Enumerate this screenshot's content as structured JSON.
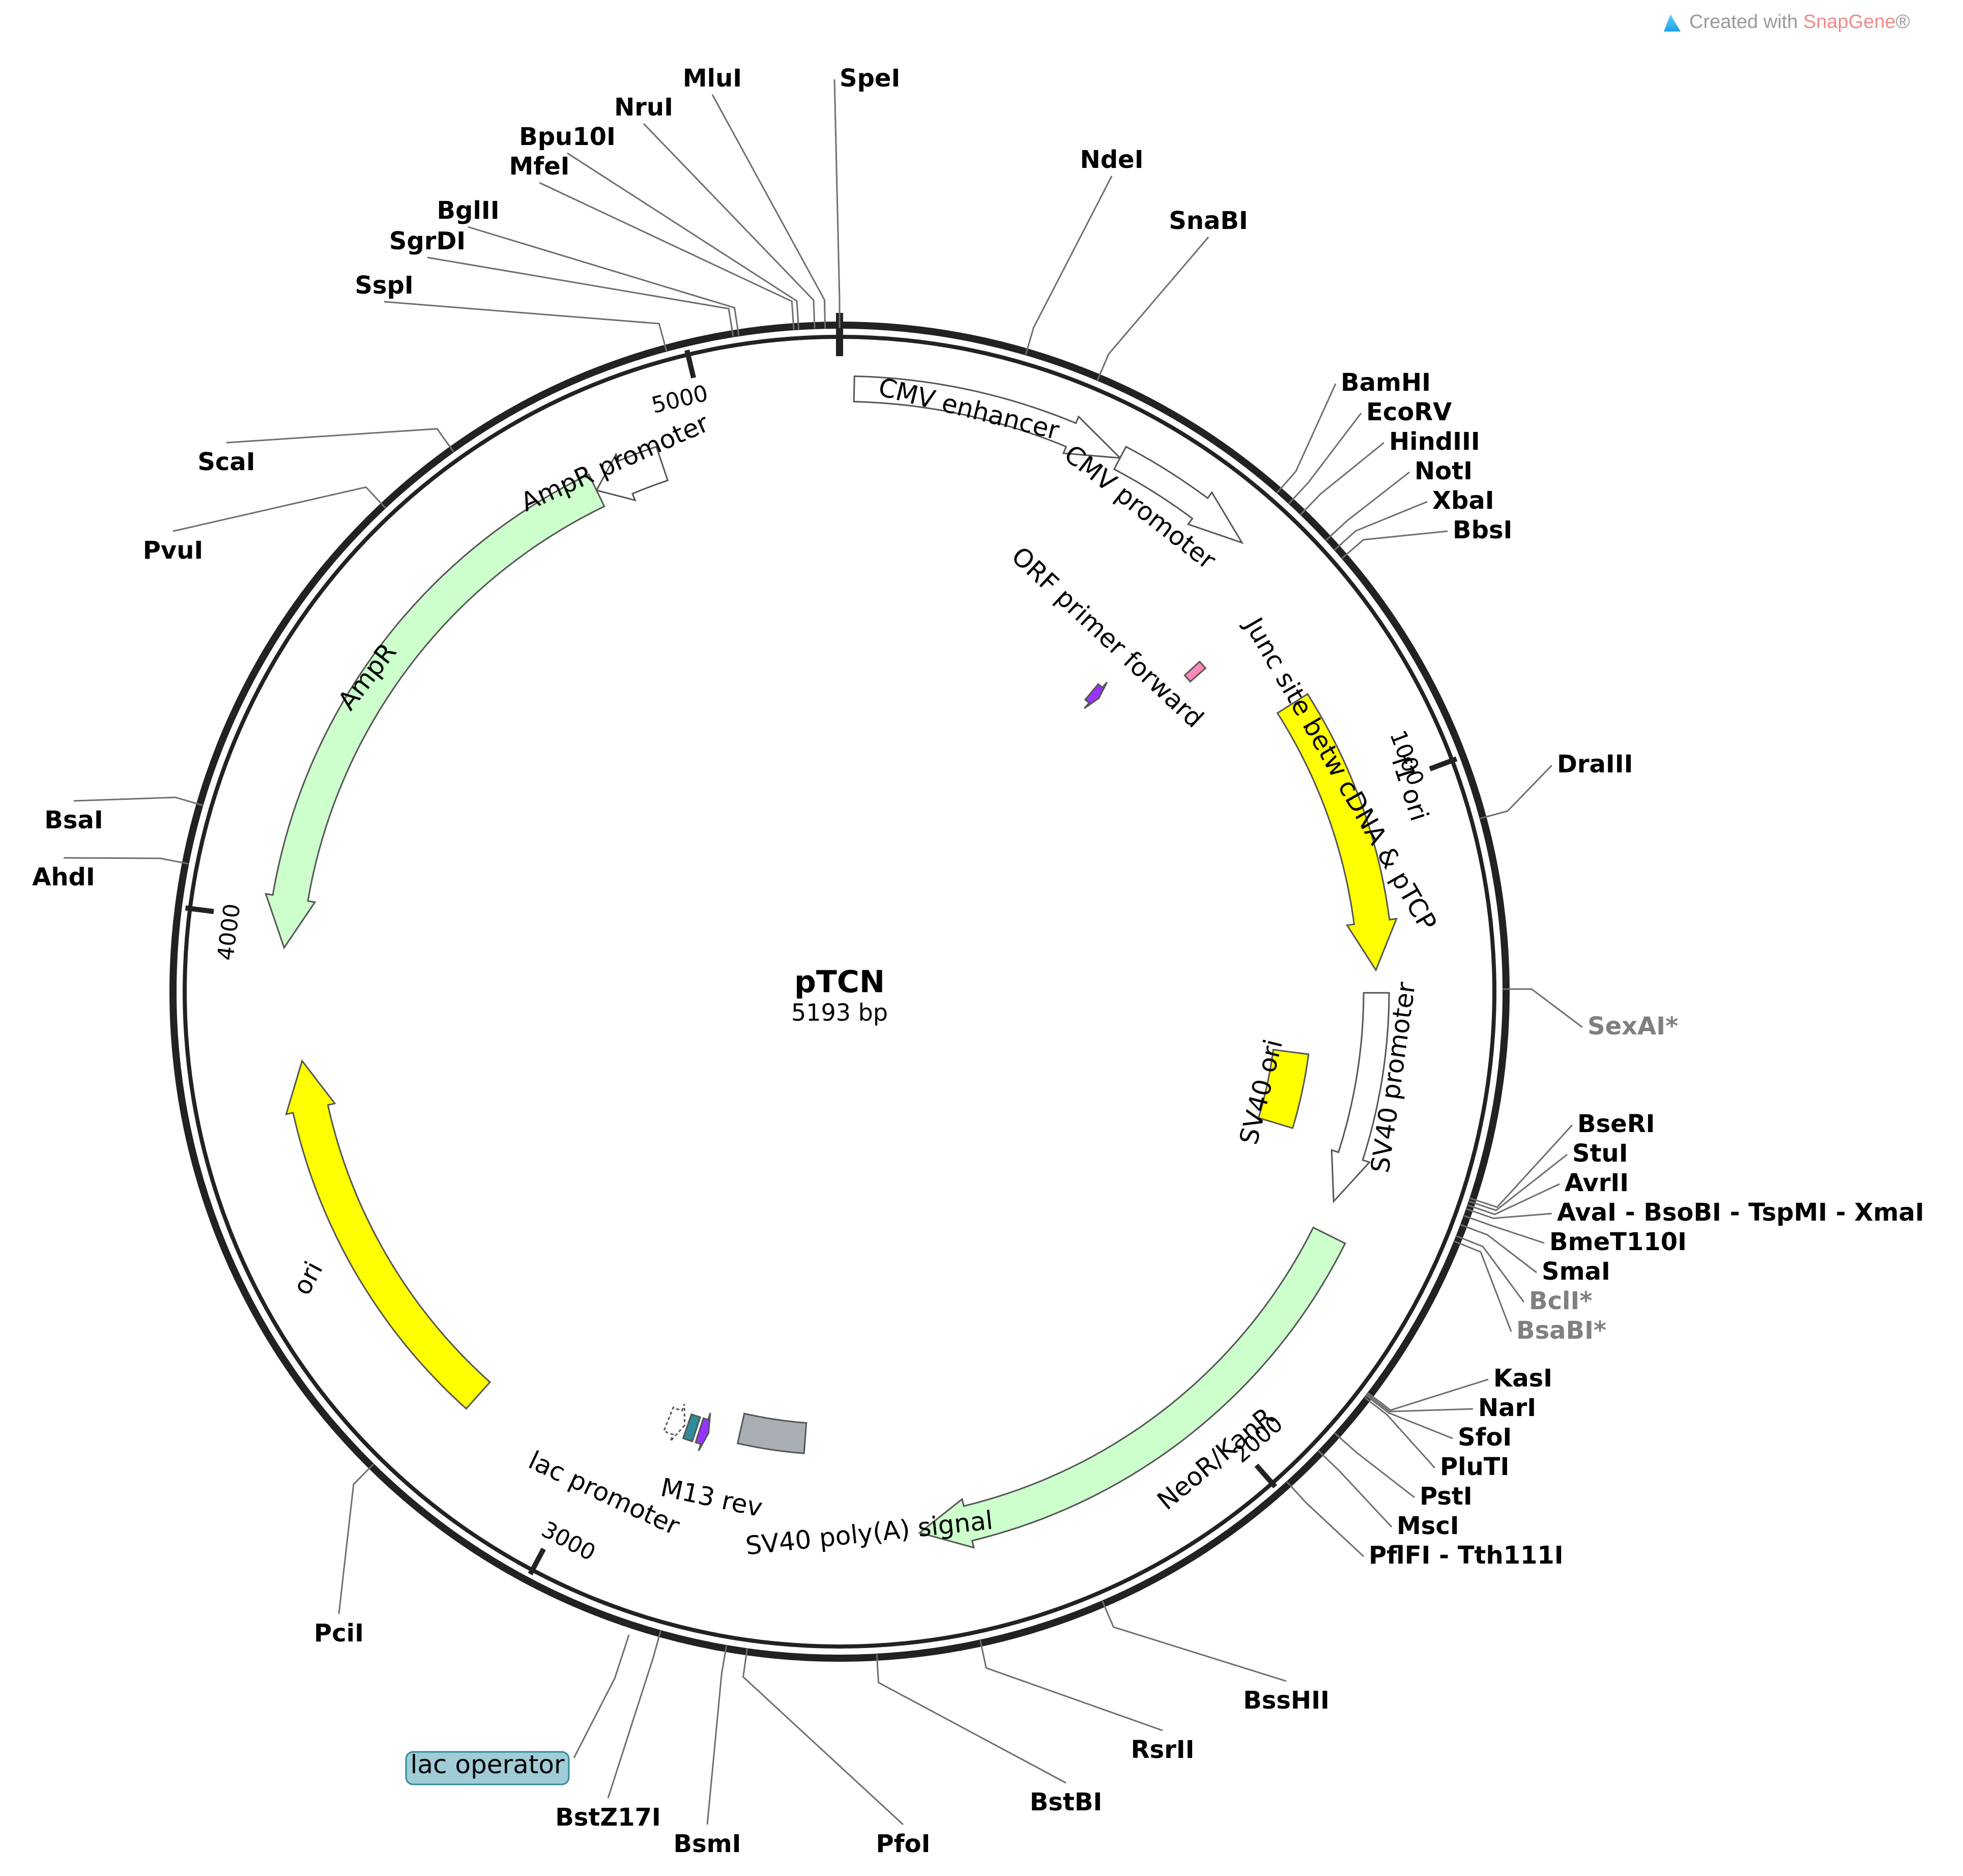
{
  "credit": {
    "prefix": "Created with ",
    "brand": "SnapGene",
    "suffix": "®"
  },
  "plasmid": {
    "name": "pTCN",
    "length_label": "5193 bp",
    "length": 5193
  },
  "ticks": [
    {
      "bp": 1000,
      "label": "1000"
    },
    {
      "bp": 2000,
      "label": "2000"
    },
    {
      "bp": 3000,
      "label": "3000"
    },
    {
      "bp": 4000,
      "label": "4000"
    },
    {
      "bp": 5000,
      "label": "5000"
    }
  ],
  "features": [
    {
      "name": "CMV enhancer",
      "type": "arrow",
      "start": 20,
      "end": 400,
      "color": "#ffffff",
      "label": "CMV enhancer"
    },
    {
      "name": "CMV promoter",
      "type": "arrow",
      "start": 400,
      "end": 604,
      "color": "#ffffff",
      "label": "CMV promoter"
    },
    {
      "name": "f1 ori",
      "type": "arrow",
      "start": 830,
      "end": 1265,
      "color": "#ffff00",
      "label": "f1 ori"
    },
    {
      "name": "SV40 promoter",
      "type": "arrow",
      "start": 1300,
      "end": 1630,
      "color": "#ffffff",
      "label": "SV40 promoter"
    },
    {
      "name": "SV40 ori",
      "type": "box",
      "start": 1408,
      "end": 1540,
      "color": "#ffff00",
      "label": "SV40 ori"
    },
    {
      "name": "NeoR/KanR",
      "type": "arrow",
      "start": 1680,
      "end": 2475,
      "color": "#ccffcc",
      "label": "NeoR/KanR"
    },
    {
      "name": "SV40 poly(A) signal",
      "type": "box",
      "start": 2660,
      "end": 2780,
      "color": "#a9adb4",
      "label": "SV40 poly(A) signal"
    },
    {
      "name": "M13 rev",
      "type": "arrow",
      "start": 2835,
      "end": 2852,
      "color": "#9933ff",
      "label": "M13 rev"
    },
    {
      "name": "lac operator",
      "type": "box",
      "start": 2858,
      "end": 2875,
      "color": "#2f8c9a",
      "label": "lac operator"
    },
    {
      "name": "lac promoter",
      "type": "arrow",
      "start": 2880,
      "end": 2911,
      "color": "#ffffff",
      "label": "lac promoter"
    },
    {
      "name": "ori",
      "type": "arrow",
      "start": 3200,
      "end": 3789,
      "color": "#ffff00",
      "label": "ori"
    },
    {
      "name": "AmpR",
      "type": "arrow",
      "start": 3960,
      "end": 4820,
      "color": "#ccffcc",
      "label": "AmpR"
    },
    {
      "name": "AmpR promoter",
      "type": "arrow",
      "start": 4820,
      "end": 4925,
      "color": "#ffffff",
      "label": "AmpR promoter"
    },
    {
      "name": "Junc site betw cDNA & pTCP",
      "type": "box",
      "start": 685,
      "end": 700,
      "color": "#ff88bb",
      "label": "Junc site betw cDNA & pTCP"
    },
    {
      "name": "ORF primer forward",
      "type": "arrow",
      "start": 578,
      "end": 598,
      "color": "#9933ff",
      "label": "ORF primer forward"
    }
  ],
  "sites": [
    {
      "name": "SpeI",
      "bp": 0,
      "unique": true
    },
    {
      "name": "MluI",
      "bp": 5175,
      "unique": true
    },
    {
      "name": "NruI",
      "bp": 5162,
      "unique": true
    },
    {
      "name": "Bpu10I",
      "bp": 5142,
      "unique": true
    },
    {
      "name": "MfeI",
      "bp": 5136,
      "unique": true
    },
    {
      "name": "BglII",
      "bp": 5067,
      "unique": true
    },
    {
      "name": "SgrDI",
      "bp": 5060,
      "unique": true
    },
    {
      "name": "SspI",
      "bp": 4975,
      "unique": true
    },
    {
      "name": "ScaI",
      "bp": 4680,
      "unique": true
    },
    {
      "name": "PvuI",
      "bp": 4570,
      "unique": true
    },
    {
      "name": "BsaI",
      "bp": 4130,
      "unique": true
    },
    {
      "name": "AhdI",
      "bp": 4055,
      "unique": true
    },
    {
      "name": "PciI",
      "bp": 3240,
      "unique": true
    },
    {
      "name": "BstZ17I",
      "bp": 2822,
      "unique": true
    },
    {
      "name": "BsmI",
      "bp": 2738,
      "unique": true
    },
    {
      "name": "PfoI",
      "bp": 2712,
      "unique": true
    },
    {
      "name": "BstBI",
      "bp": 2550,
      "unique": true
    },
    {
      "name": "RsrII",
      "bp": 2420,
      "unique": true
    },
    {
      "name": "BssHII",
      "bp": 2260,
      "unique": true
    },
    {
      "name": "NdeI",
      "bp": 235,
      "unique": true
    },
    {
      "name": "SnaBI",
      "bp": 330,
      "unique": true
    },
    {
      "name": "BamHI",
      "bp": 595,
      "unique": true
    },
    {
      "name": "EcoRV",
      "bp": 615,
      "unique": true
    },
    {
      "name": "HindIII",
      "bp": 635,
      "unique": true
    },
    {
      "name": "NotI",
      "bp": 680,
      "unique": true
    },
    {
      "name": "XbaI",
      "bp": 696,
      "unique": true
    },
    {
      "name": "BbsI",
      "bp": 710,
      "unique": true
    },
    {
      "name": "DraIII",
      "bp": 1080,
      "unique": true
    },
    {
      "name": "SexAI*",
      "bp": 1295,
      "unique": false
    },
    {
      "name": "BseRI",
      "bp": 1560,
      "unique": true
    },
    {
      "name": "StuI",
      "bp": 1564,
      "unique": true
    },
    {
      "name": "AvrII",
      "bp": 1569,
      "unique": true
    },
    {
      "name": "AvaI - BsoBI - TspMI - XmaI",
      "bp": 1574,
      "unique": true
    },
    {
      "name": "BmeT110I",
      "bp": 1583,
      "unique": true
    },
    {
      "name": "SmaI",
      "bp": 1595,
      "unique": true
    },
    {
      "name": "BclI*",
      "bp": 1610,
      "unique": false
    },
    {
      "name": "BsaBI*",
      "bp": 1617,
      "unique": false
    },
    {
      "name": "KasI",
      "bp": 1835,
      "unique": true
    },
    {
      "name": "NarI",
      "bp": 1837,
      "unique": true
    },
    {
      "name": "SfoI",
      "bp": 1839,
      "unique": true
    },
    {
      "name": "PluTI",
      "bp": 1842,
      "unique": true
    },
    {
      "name": "PstI",
      "bp": 1900,
      "unique": true
    },
    {
      "name": "MscI",
      "bp": 1930,
      "unique": true
    },
    {
      "name": "PflFI - Tth111I",
      "bp": 1985,
      "unique": true
    }
  ]
}
